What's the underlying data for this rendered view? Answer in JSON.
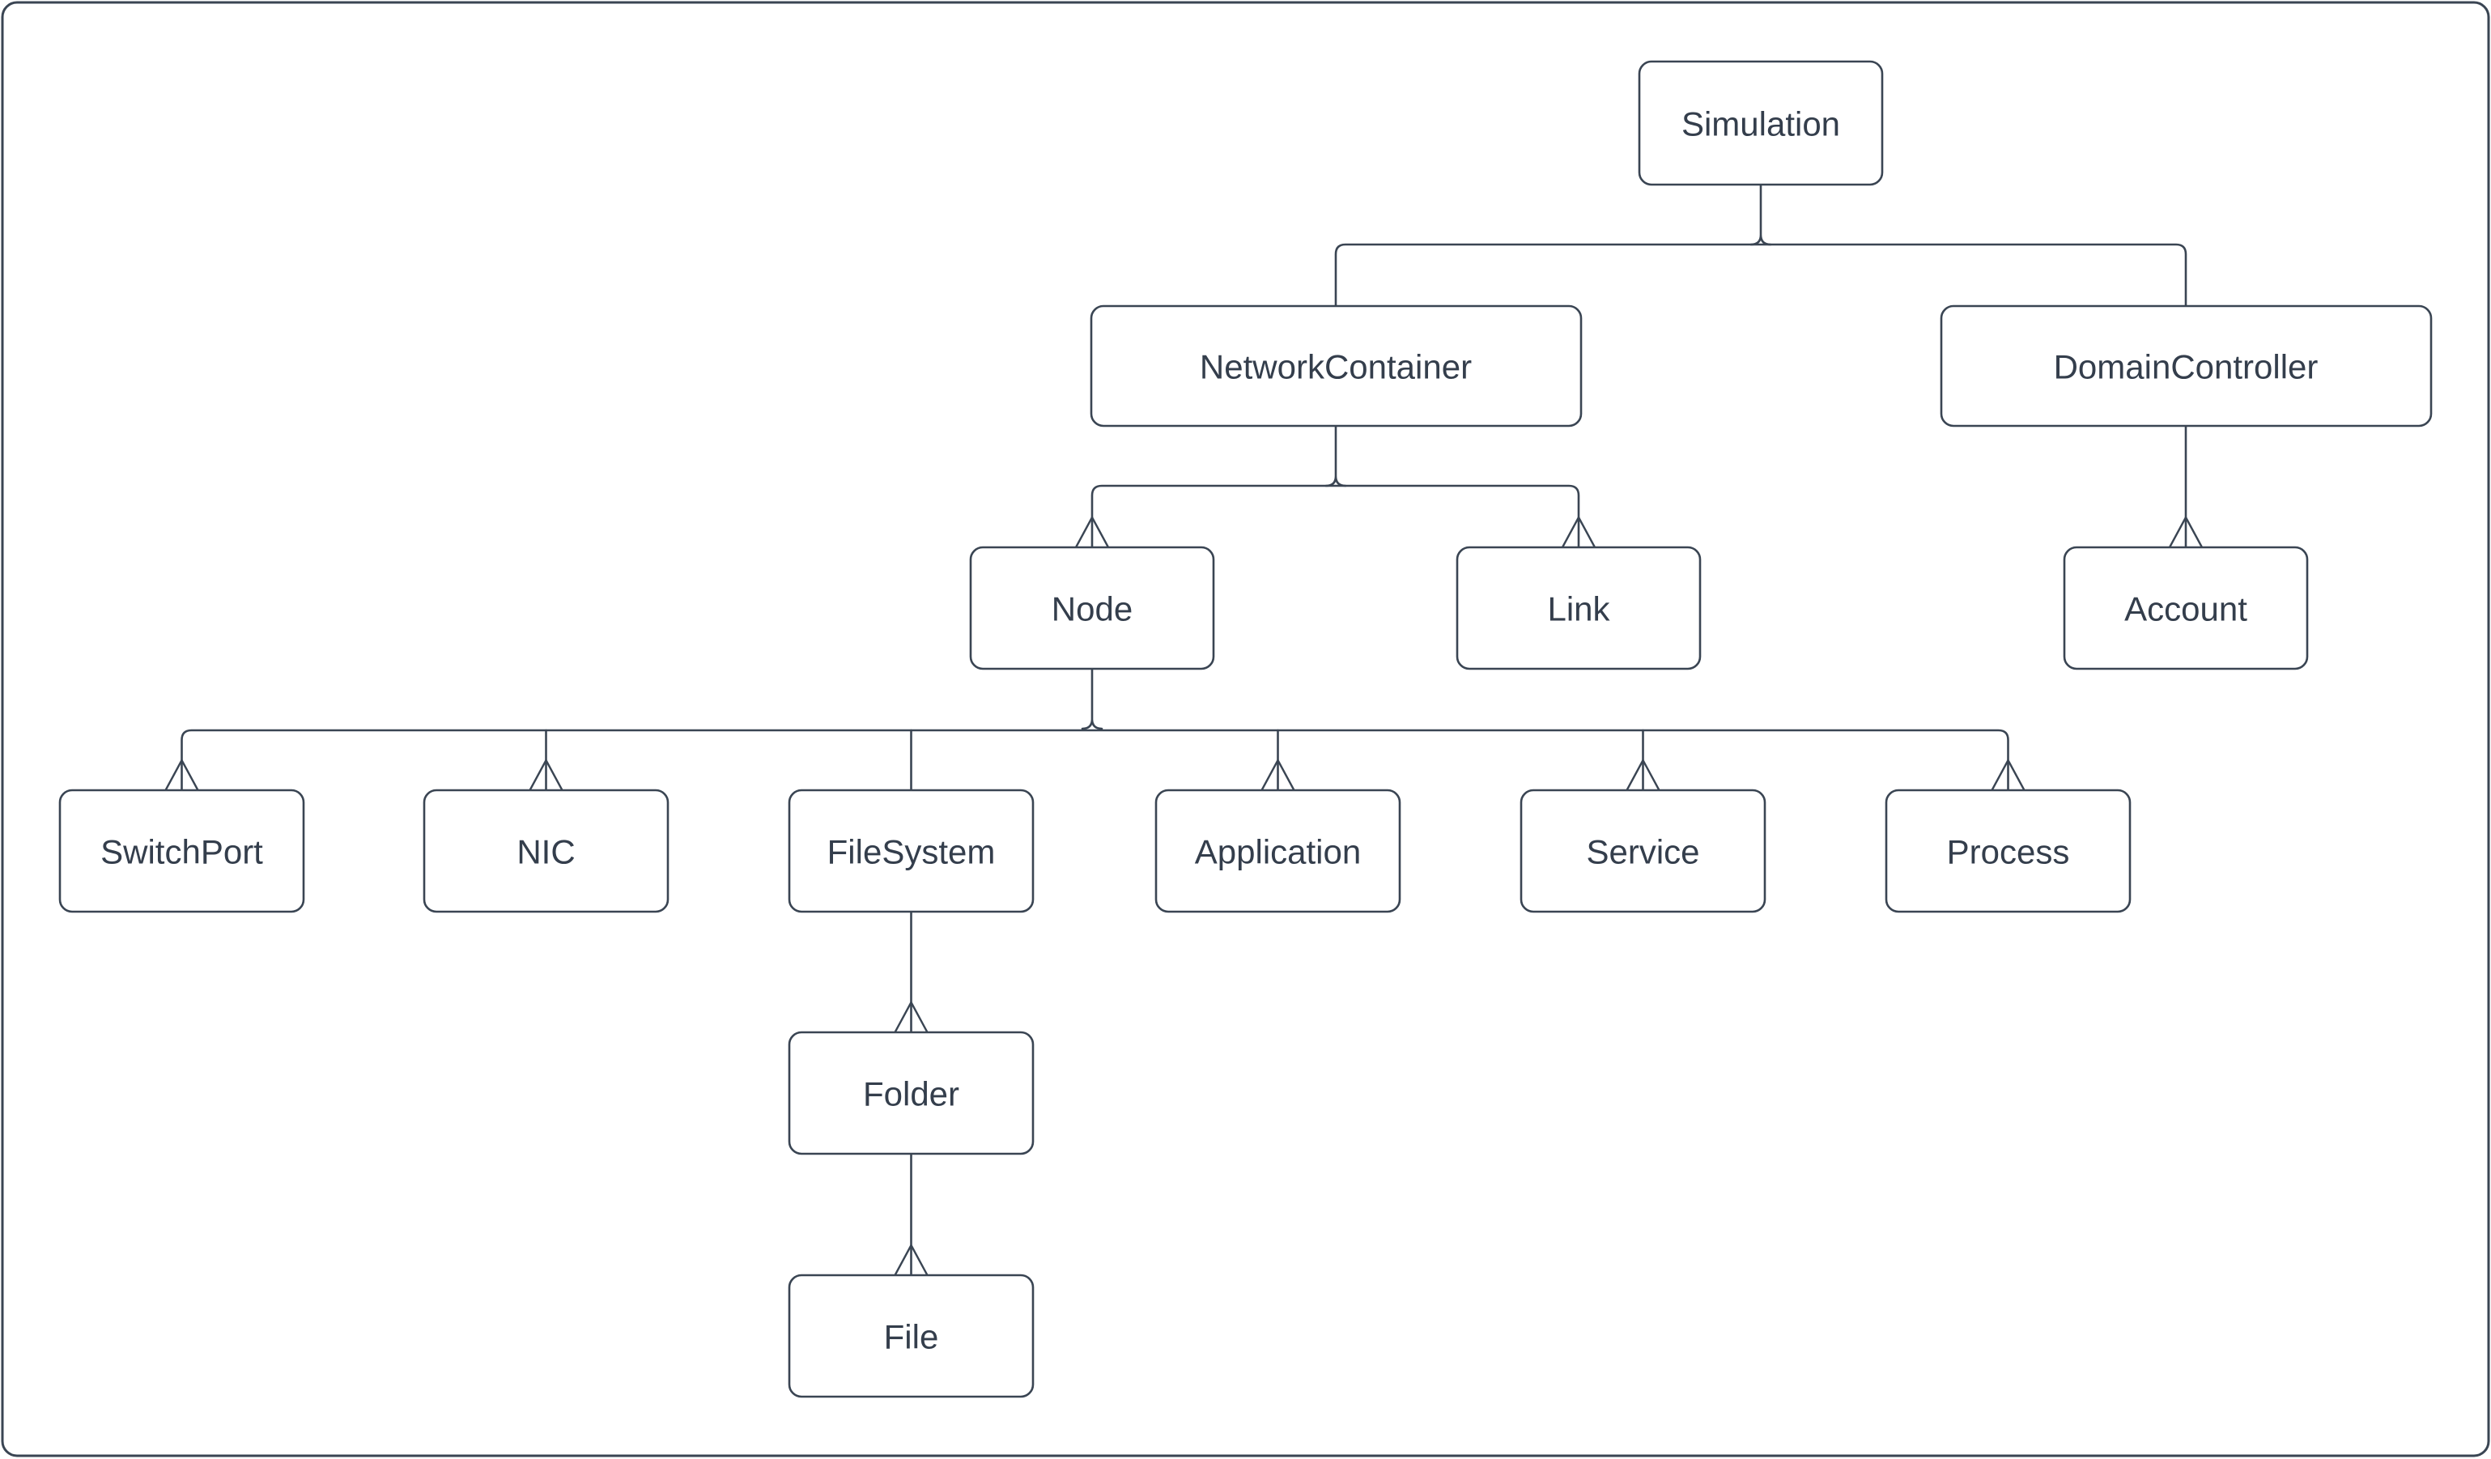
{
  "diagram": {
    "background": "#ffffff",
    "line_color": "#3a4553",
    "text_color": "#343e4c",
    "box_fill": "#ffffff",
    "arrow_style": "open upward chevron on child end",
    "nodes": {
      "simulation": {
        "label": "Simulation"
      },
      "networkcontainer": {
        "label": "NetworkContainer"
      },
      "domaincontroller": {
        "label": "DomainController"
      },
      "node": {
        "label": "Node"
      },
      "link": {
        "label": "Link"
      },
      "account": {
        "label": "Account"
      },
      "switchport": {
        "label": "SwitchPort"
      },
      "nic": {
        "label": "NIC"
      },
      "filesystem": {
        "label": "FileSystem"
      },
      "application": {
        "label": "Application"
      },
      "service": {
        "label": "Service"
      },
      "process": {
        "label": "Process"
      },
      "folder": {
        "label": "Folder"
      },
      "file": {
        "label": "File"
      }
    },
    "edges": [
      {
        "parent": "Simulation",
        "child": "NetworkContainer",
        "arrowhead": false
      },
      {
        "parent": "Simulation",
        "child": "DomainController",
        "arrowhead": false
      },
      {
        "parent": "NetworkContainer",
        "child": "Node",
        "arrowhead": true
      },
      {
        "parent": "NetworkContainer",
        "child": "Link",
        "arrowhead": true
      },
      {
        "parent": "DomainController",
        "child": "Account",
        "arrowhead": true
      },
      {
        "parent": "Node",
        "child": "SwitchPort",
        "arrowhead": true
      },
      {
        "parent": "Node",
        "child": "NIC",
        "arrowhead": true
      },
      {
        "parent": "Node",
        "child": "FileSystem",
        "arrowhead": false
      },
      {
        "parent": "Node",
        "child": "Application",
        "arrowhead": true
      },
      {
        "parent": "Node",
        "child": "Service",
        "arrowhead": true
      },
      {
        "parent": "Node",
        "child": "Process",
        "arrowhead": true
      },
      {
        "parent": "FileSystem",
        "child": "Folder",
        "arrowhead": true
      },
      {
        "parent": "Folder",
        "child": "File",
        "arrowhead": true
      }
    ]
  }
}
